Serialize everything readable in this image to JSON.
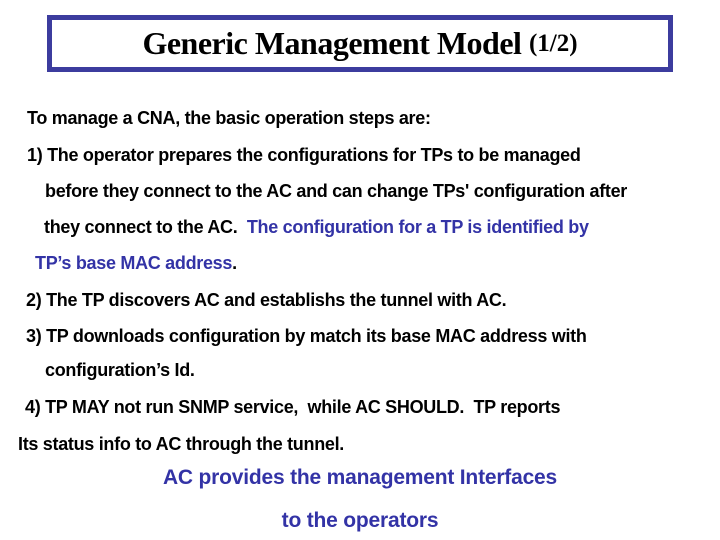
{
  "title": {
    "main": "Generic Management Model ",
    "suffix": "(1/2)"
  },
  "body": {
    "intro": "To manage a CNA, the basic operation steps are:",
    "step1_line1": "1) The operator prepares the configurations for TPs to be managed",
    "step1_line2": "before they connect to the AC and can change TPs' configuration after",
    "step1_line3_part1": "they connect to the AC.  ",
    "step1_line3_part2": "The configuration for a TP is identified by",
    "step1_line4_part1": "TP’s base MAC address",
    "step1_line4_part2": ".",
    "step2": "2) The TP discovers AC and establishs the tunnel with AC.",
    "step3_line1": "3) TP downloads configuration by match its base MAC address with",
    "step3_line2": "configuration’s Id.",
    "step4_line1": "4) TP MAY not run SNMP service,  while AC SHOULD.  TP reports",
    "step4_line2": "Its status info to AC through the tunnel."
  },
  "footer": {
    "line1": "AC provides the management Interfaces",
    "line2": "to the operators"
  },
  "colors": {
    "accent_blue": "#3333a6",
    "border_blue": "#3c3c9e",
    "text_black": "#000000",
    "background": "#ffffff"
  }
}
